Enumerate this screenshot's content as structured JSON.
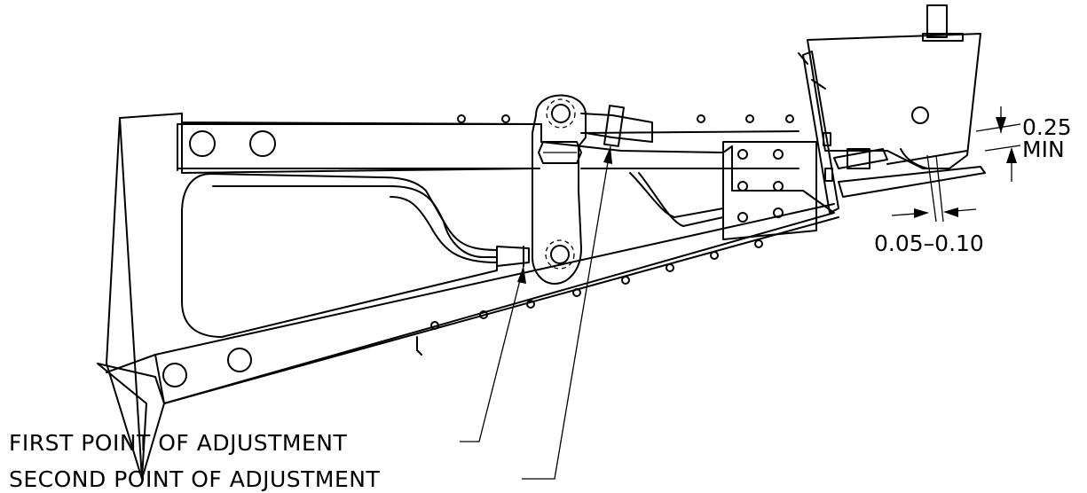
{
  "labels": {
    "first_point": "FIRST POINT OF ADJUSTMENT",
    "second_point": "SECOND POINT OF ADJUSTMENT"
  },
  "dimensions": {
    "gap_value": "0.25",
    "gap_qualifier": "MIN",
    "clearance_range": "0.05–0.10"
  }
}
